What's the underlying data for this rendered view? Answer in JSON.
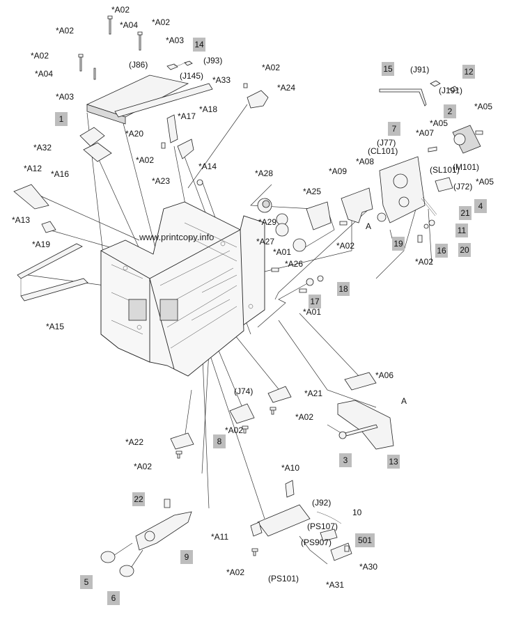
{
  "watermark": "www.printcopy.info",
  "labels": [
    "*A02",
    "*A02",
    "*A04",
    "*A02",
    "*A02",
    "*A03",
    "*A04",
    "*A03",
    "(J93)",
    "(J86)",
    "(J145)",
    "*A33",
    "*A02",
    "*A24",
    "(J91)",
    "(J191)",
    "*A05",
    "*A07",
    "*A05",
    "(J77)",
    "(CL101)",
    "(M101)",
    "*A20",
    "*A17",
    "*A18",
    "*A32",
    "*A16",
    "*A02",
    "*A23",
    "*A14",
    "*A12",
    "*A28",
    "*A25",
    "*A09",
    "*A08",
    "(SL101)",
    "*A05",
    "(J72)",
    "*A13",
    "*A29",
    "*A02",
    "*A19",
    "*A27",
    "*A01",
    "*A26",
    "A",
    "*A02",
    "*A15",
    "*A01",
    "*A06",
    "A",
    "(J74)",
    "*A21",
    "*A02",
    "*A22",
    "*A02",
    "*A02",
    "*A10",
    "(J92)",
    "10",
    "(PS107)",
    "(PS907)",
    "*A11",
    "*A30",
    "*A02",
    "(PS101)",
    "*A31"
  ],
  "callouts": [
    "14",
    "1",
    "15",
    "12",
    "2",
    "7",
    "4",
    "21",
    "11",
    "20",
    "16",
    "19",
    "18",
    "17",
    "8",
    "3",
    "13",
    "22",
    "9",
    "501",
    "5",
    "6"
  ]
}
